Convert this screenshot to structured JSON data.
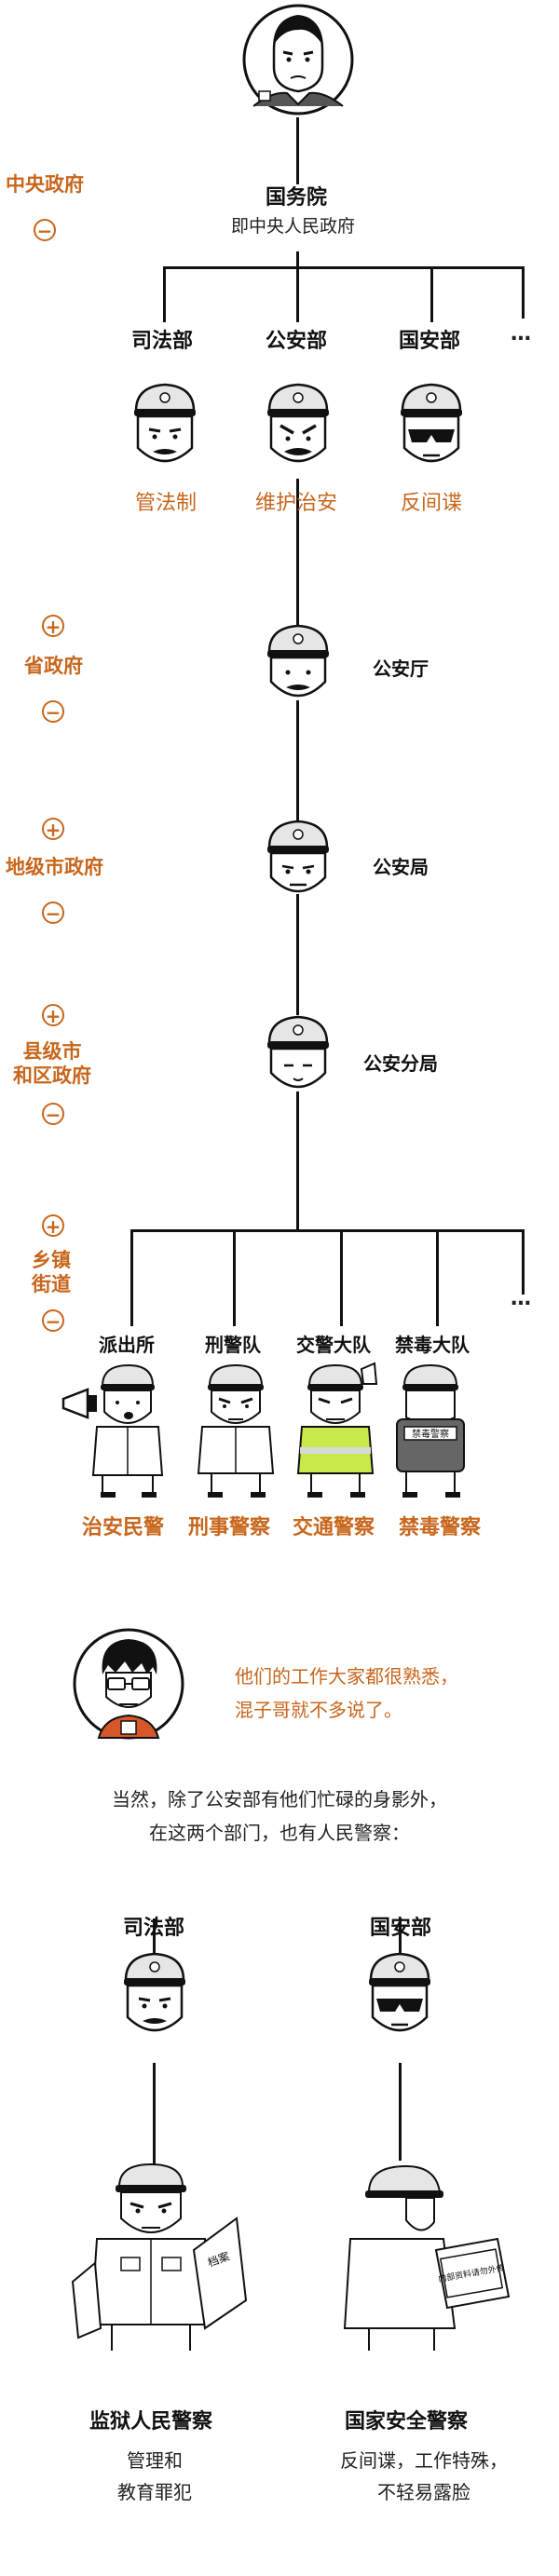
{
  "levels": {
    "central": "中央政府",
    "province": "省政府",
    "prefecture": "地级市政府",
    "county": "县级市\n和区政府",
    "township": "乡镇\n街道"
  },
  "controls": {
    "plus": "+",
    "minus": "−"
  },
  "top": {
    "title": "国务院",
    "subtitle": "即中央人民政府"
  },
  "ministries": [
    {
      "name": "司法部",
      "duty": "管法制"
    },
    {
      "name": "公安部",
      "duty": "维护治安"
    },
    {
      "name": "国安部",
      "duty": "反间谍"
    }
  ],
  "ellipsis": "…",
  "chain": [
    "公安厅",
    "公安局",
    "公安分局"
  ],
  "units": [
    {
      "name": "派出所",
      "police": "治安民警"
    },
    {
      "name": "刑警队",
      "police": "刑事警察"
    },
    {
      "name": "交警大队",
      "police": "交通警察"
    },
    {
      "name": "禁毒大队",
      "police": "禁毒警察"
    }
  ],
  "vest_text": "禁毒警察",
  "commentary": {
    "line1": "他们的工作大家都很熟悉，",
    "line2": "混子哥就不多说了。"
  },
  "paragraph": {
    "line1": "当然，除了公安部有他们忙碌的身影外，",
    "line2": "在这两个部门，也有人民警察："
  },
  "bottom": [
    {
      "dept": "司法部",
      "title": "监狱人民警察",
      "desc1": "管理和",
      "desc2": "教育罪犯",
      "folder_text": "档案"
    },
    {
      "dept": "国安部",
      "title": "国家安全警察",
      "desc1": "反间谍，工作特殊，",
      "desc2": "不轻易露脸",
      "laptop_text": "内部资料请勿外传"
    }
  ]
}
